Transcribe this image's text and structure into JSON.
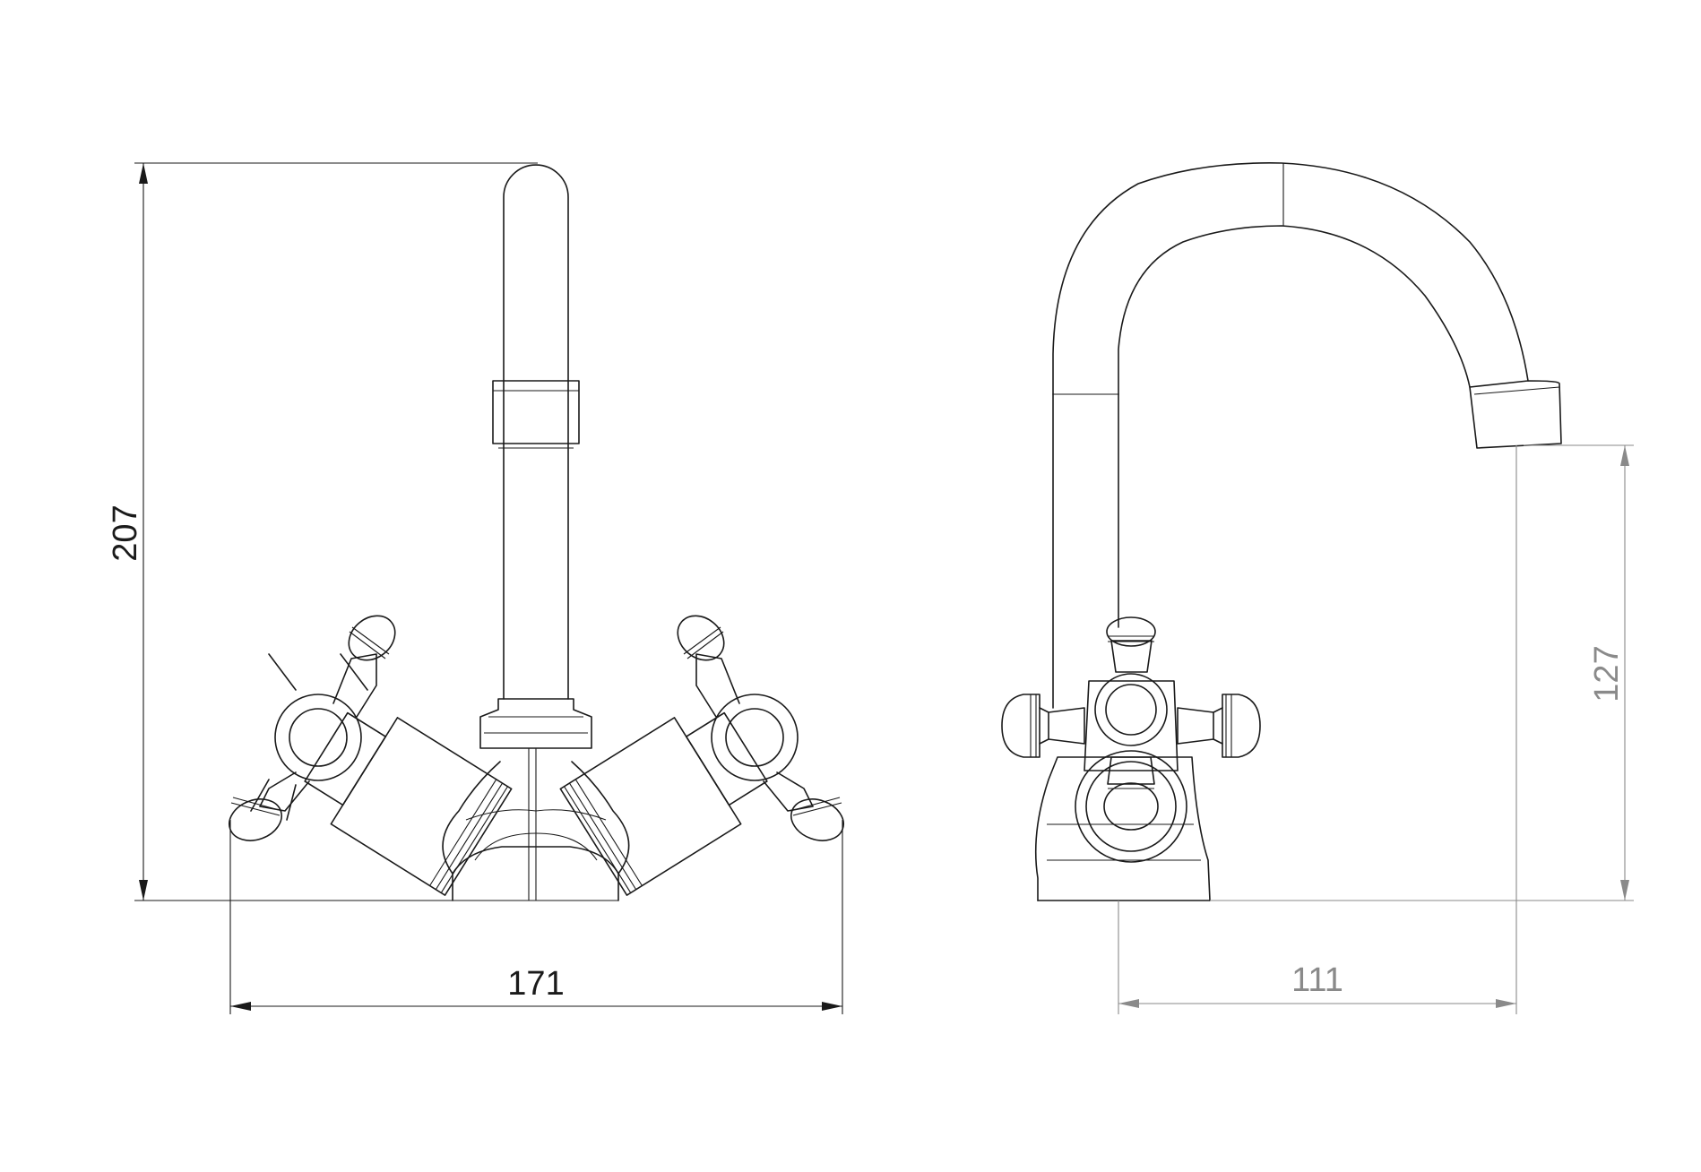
{
  "dimensions": {
    "front_height": "207",
    "front_width": "171",
    "side_spout_height": "127",
    "side_spout_reach": "111"
  }
}
